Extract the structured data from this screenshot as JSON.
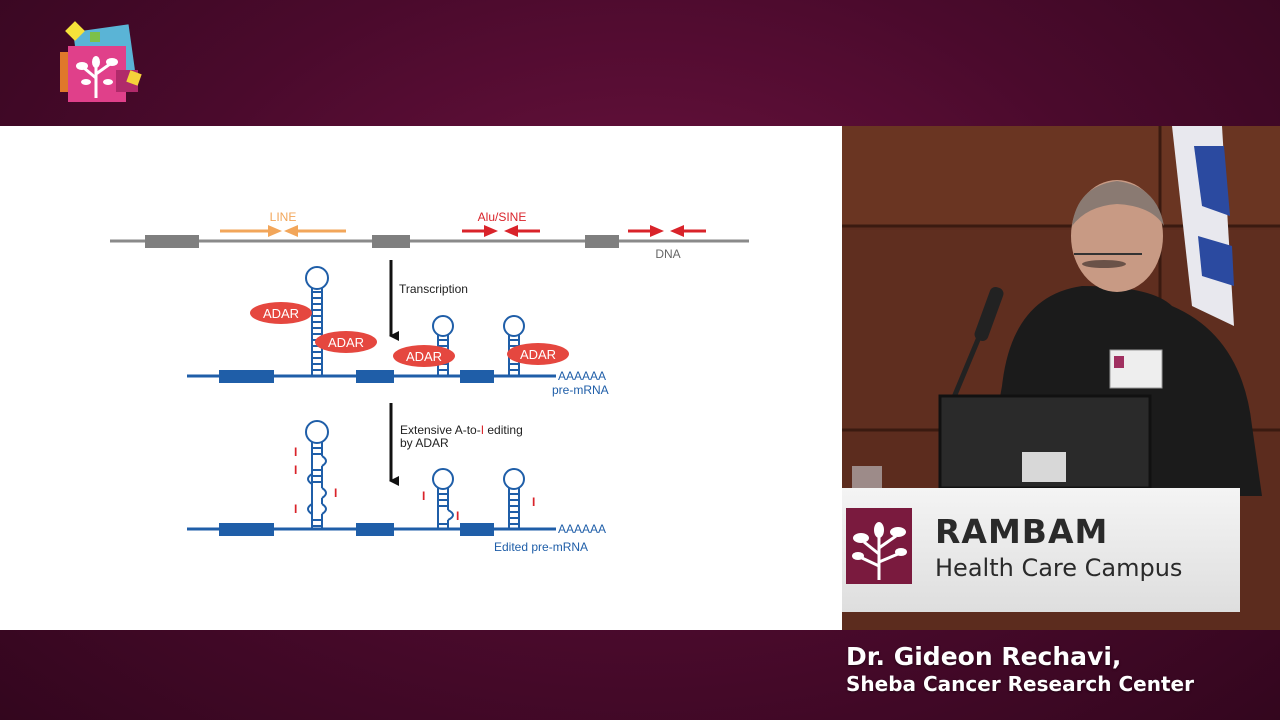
{
  "diagram": {
    "label_line": "LINE",
    "label_alu": "Alu/SINE",
    "label_dna": "DNA",
    "label_transcription": "Transcription",
    "label_adar_1": "ADAR",
    "label_adar_2": "ADAR",
    "label_adar_3": "ADAR",
    "label_adar_4": "ADAR",
    "label_polya_1": "AAAAAA",
    "label_premrna": "pre-mRNA",
    "label_editing_1a": "Extensive A-to-",
    "label_editing_1b": "I",
    "label_editing_1c": " editing",
    "label_editing_2": "by ADAR",
    "label_polya_2": "AAAAAA",
    "label_edited": "Edited pre-mRNA",
    "inosine_mark": "I"
  },
  "podium": {
    "name": "RAMBAM",
    "subtitle": "Health Care Campus"
  },
  "caption": {
    "speaker": "Dr. Gideon Rechavi,",
    "affiliation": "Sheba Cancer Research Center"
  },
  "colors": {
    "background": "#4a0a2c",
    "dna_line": "#8a8a8a",
    "dna_block": "#7f7f7f",
    "line_arrow": "#f2a65a",
    "alu_arrow": "#d9232a",
    "rna_blue": "#1f5ea8",
    "adar_red": "#e5473f",
    "inosine_red": "#d9232a"
  }
}
